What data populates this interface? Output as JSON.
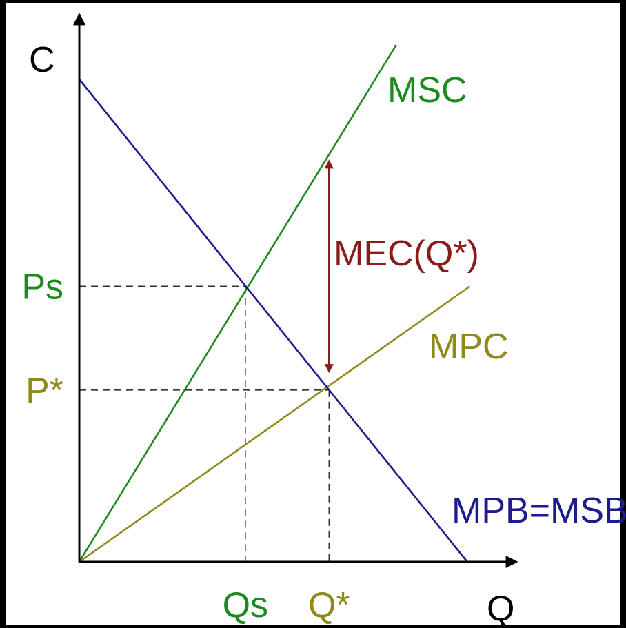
{
  "chart_data": {
    "type": "line",
    "title": "",
    "xlabel": "Q",
    "ylabel": "C",
    "xlim": [
      0,
      10
    ],
    "ylim": [
      0,
      10
    ],
    "grid": false,
    "colors": {
      "msc": "#1e8a1e",
      "mpc": "#8f8a1a",
      "demand": "#1c1c8f",
      "mec": "#8b1a1a",
      "axis": "#000000",
      "guide": "#333333"
    },
    "series": [
      {
        "key": "msc",
        "name": "MSC",
        "x": [
          0,
          8.2
        ],
        "y": [
          0,
          10.7
        ]
      },
      {
        "key": "mpc",
        "name": "MPC",
        "x": [
          0,
          10.1
        ],
        "y": [
          0,
          5.7
        ]
      },
      {
        "key": "demand",
        "name": "MPB=MSB",
        "x": [
          0,
          10.05
        ],
        "y": [
          10,
          0
        ]
      }
    ],
    "points": [
      {
        "key": "s",
        "x": 4.3,
        "y": 5.71,
        "xtick": "Qs",
        "ytick": "Ps"
      },
      {
        "key": "star",
        "x": 6.47,
        "y": 3.56,
        "xtick": "Q*",
        "ytick": "P*"
      }
    ],
    "annotation": {
      "text": "MEC(Q*)",
      "x": 6.47,
      "y_from": 3.95,
      "y_to": 8.3
    }
  }
}
